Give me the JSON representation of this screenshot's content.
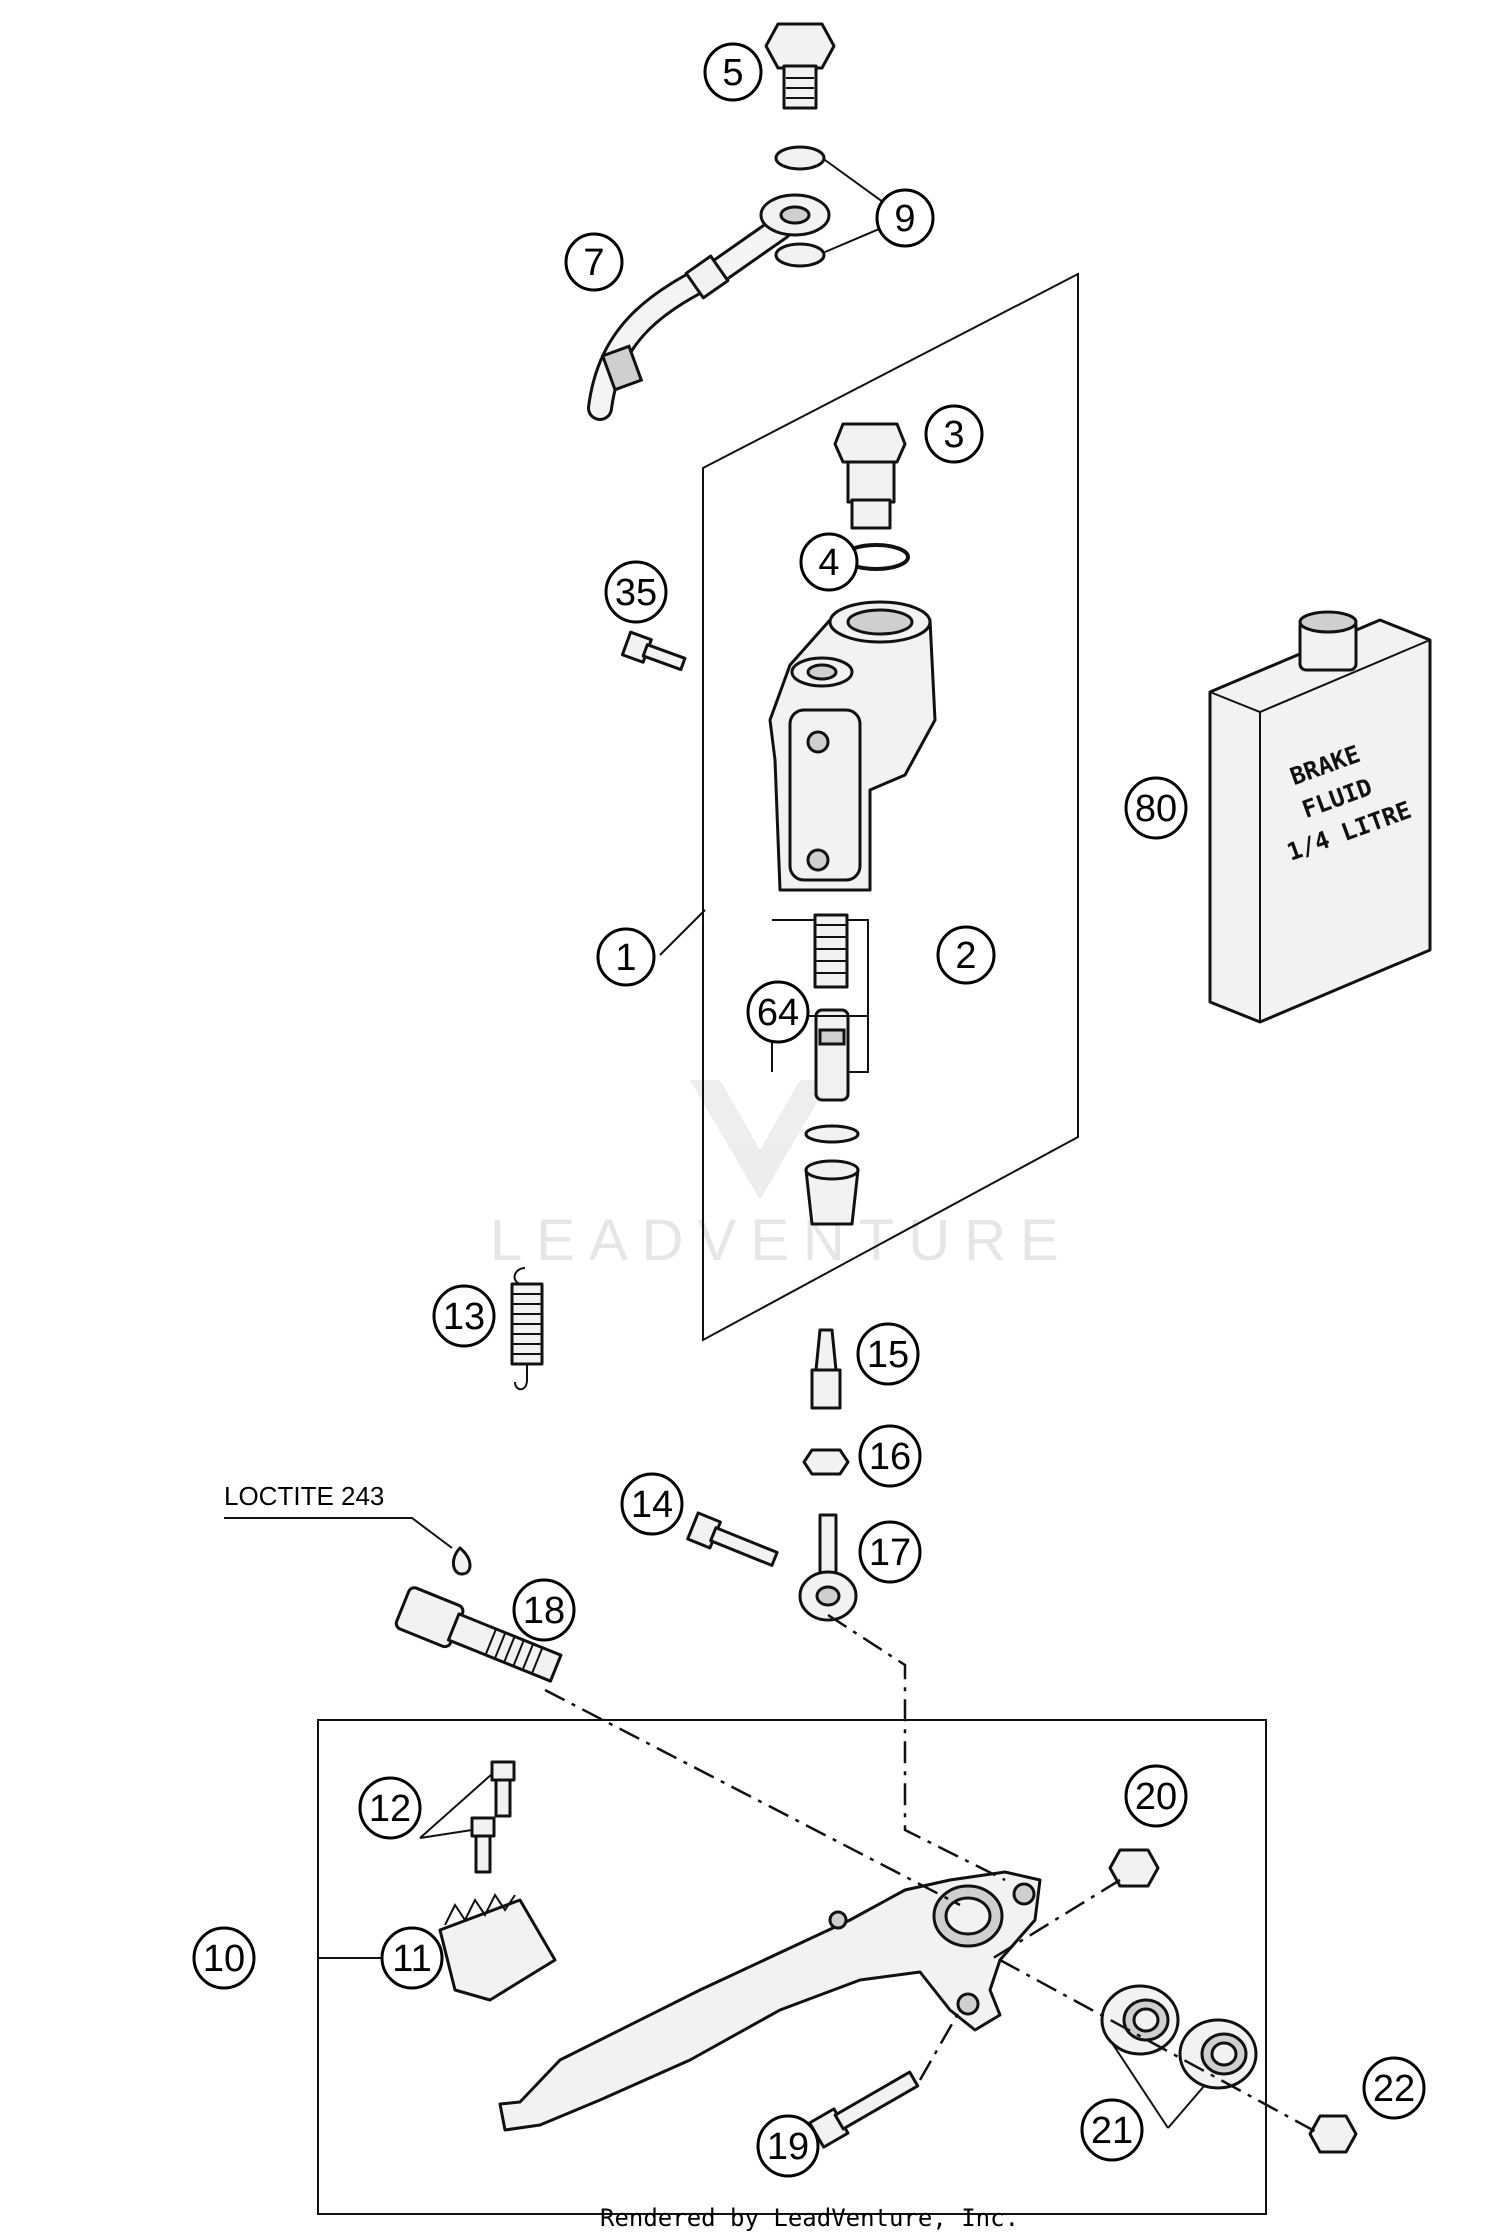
{
  "callouts": {
    "c1": "1",
    "c2": "2",
    "c3": "3",
    "c4": "4",
    "c5": "5",
    "c7": "7",
    "c9": "9",
    "c10": "10",
    "c11": "11",
    "c12": "12",
    "c13": "13",
    "c14": "14",
    "c15": "15",
    "c16": "16",
    "c17": "17",
    "c18": "18",
    "c19": "19",
    "c20": "20",
    "c21": "21",
    "c22": "22",
    "c35": "35",
    "c64": "64",
    "c80": "80"
  },
  "note_label": "LOCTITE 243",
  "fluid_can": {
    "line1": "BRAKE",
    "line2": "FLUID",
    "line3": "1/4 LITRE"
  },
  "watermark": "LEADVENTURE",
  "footer": "Rendered by LeadVenture, Inc."
}
